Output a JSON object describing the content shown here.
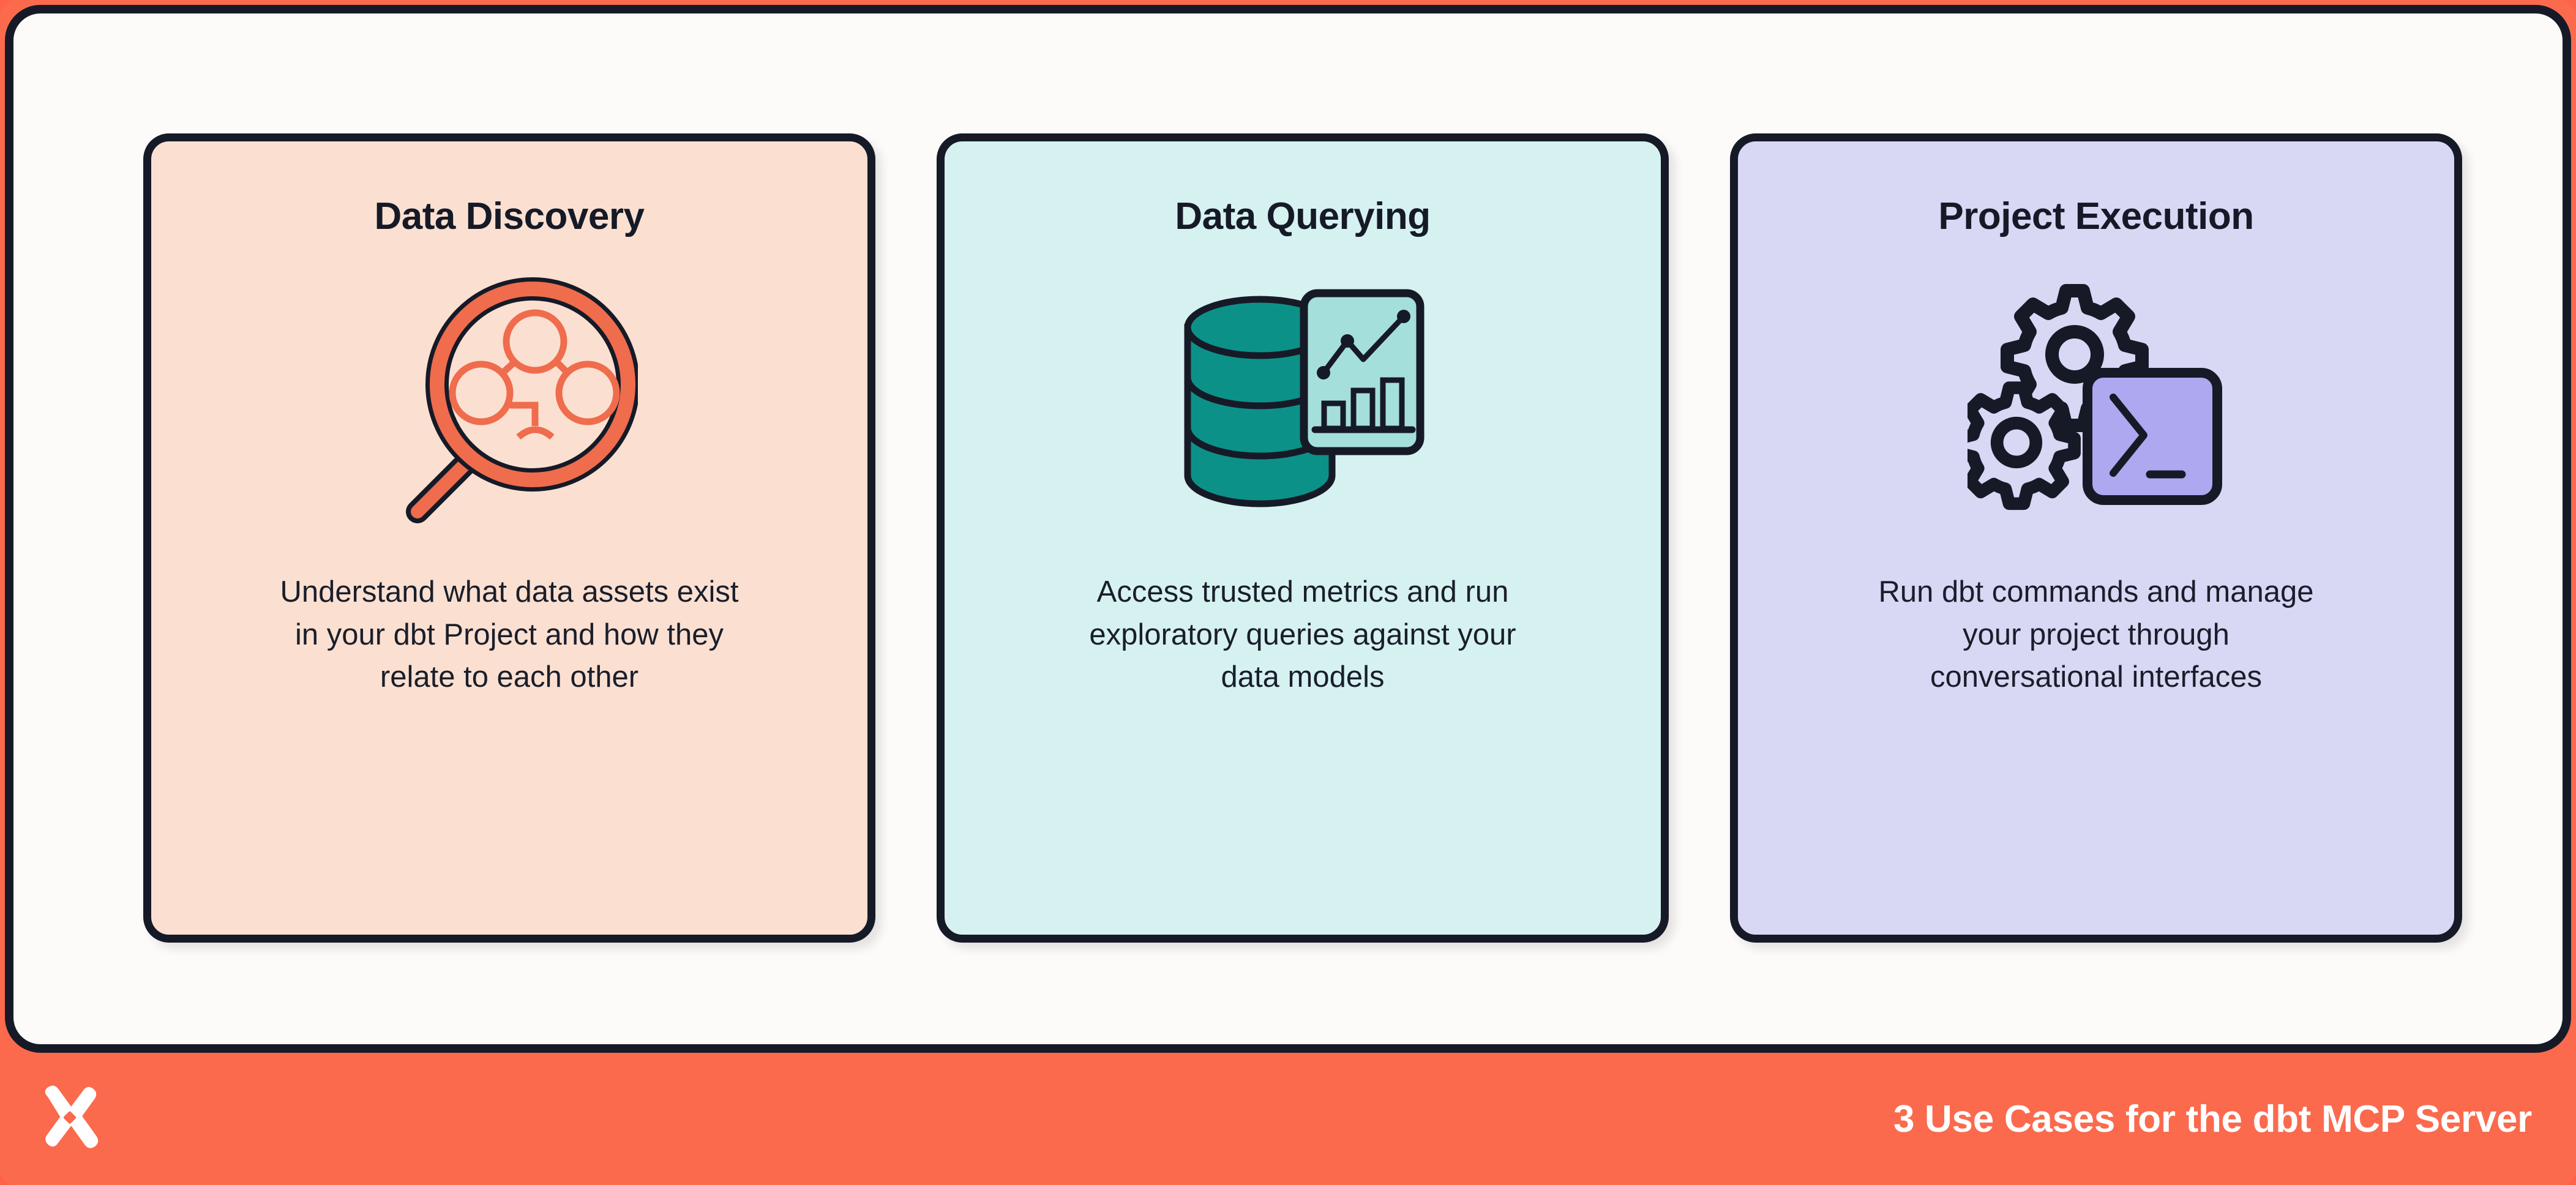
{
  "graphic": {
    "kind": "three-card-infographic",
    "frame_border_color": "#161A27",
    "panel_background": "#FCFBFA",
    "accent_color": "#FB6A4D"
  },
  "cards": [
    {
      "id": "data-discovery",
      "title": "Data Discovery",
      "body": "Understand what data assets exist\nin your dbt Project and how they\nrelate to each other",
      "background": "#FBE0D1",
      "icon_name": "magnifying-glass-lineage-icon",
      "icon_colors": {
        "primary": "#EF6C4D",
        "outline": "#161A27"
      }
    },
    {
      "id": "data-querying",
      "title": "Data Querying",
      "body": "Access trusted metrics and run\nexploratory queries against your\ndata models",
      "background": "#D6F2F0",
      "icon_name": "database-analytics-chart-icon",
      "icon_colors": {
        "primary": "#0C9189",
        "secondary": "#A5DFDC",
        "outline": "#161A27"
      }
    },
    {
      "id": "project-execution",
      "title": "Project Execution",
      "body": "Run dbt commands and manage\nyour project through\nconversational interfaces",
      "background": "#D8D7F4",
      "icon_name": "gears-terminal-icon",
      "icon_colors": {
        "primary": "#ADA8F0",
        "outline": "#161A27"
      }
    }
  ],
  "footer": {
    "logo_name": "dbt-logo",
    "caption": "3 Use Cases for the dbt MCP Server",
    "background": "#FB6A4D",
    "text_color": "#FFFFFF"
  }
}
